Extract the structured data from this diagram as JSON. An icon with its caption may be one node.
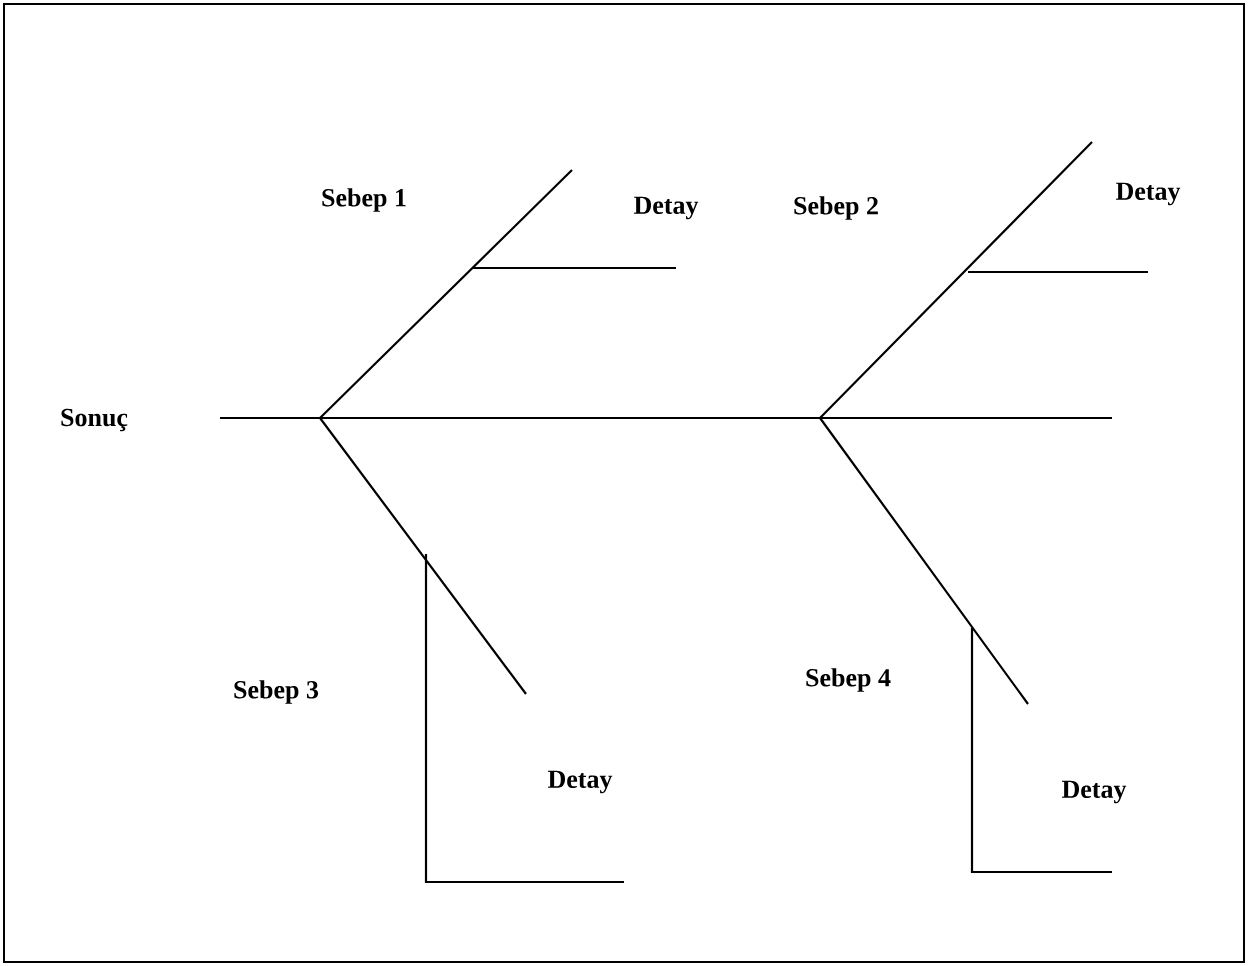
{
  "diagram": {
    "labels": [
      "Sebep 1",
      "Detay",
      "Sebep 2",
      "Detay",
      "Sonuç",
      "Sebep 3",
      "Sebep 4",
      "Detay",
      "Detay"
    ]
  }
}
